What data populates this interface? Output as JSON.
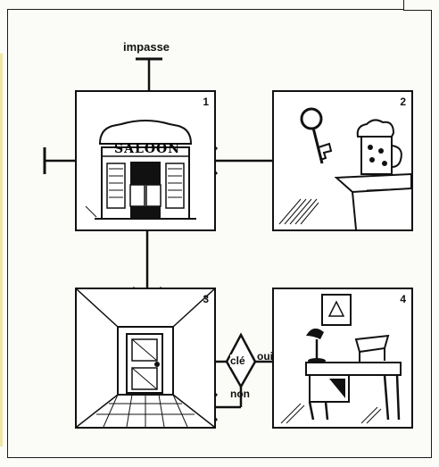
{
  "labels": {
    "dead_end": "impasse",
    "decision": "clé",
    "yes": "oui",
    "no": "non"
  },
  "panels": [
    {
      "number": "1",
      "sign_text": "SALOON"
    },
    {
      "number": "2"
    },
    {
      "number": "3"
    },
    {
      "number": "4"
    }
  ]
}
